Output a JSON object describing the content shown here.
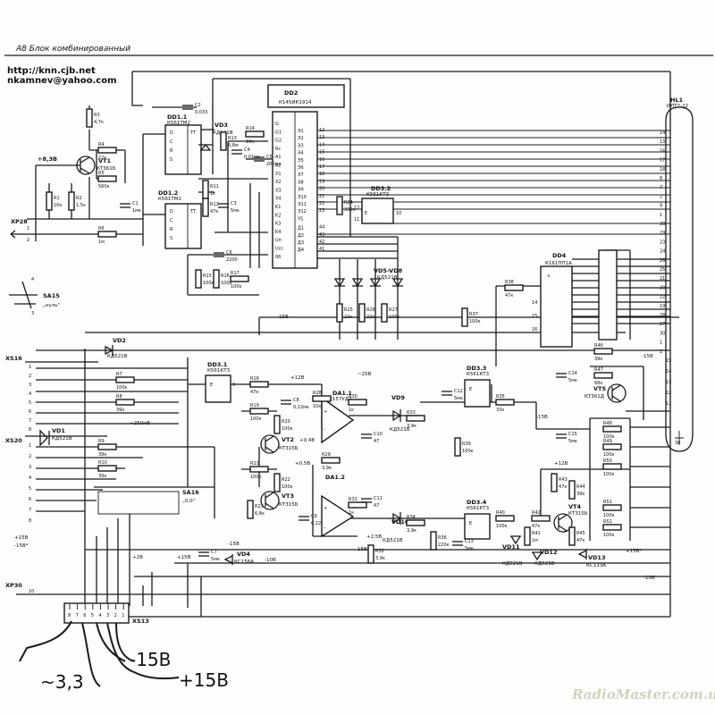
{
  "header": {
    "caption": "А8 Блок комбинированный",
    "url": "http://knn.cjb.net",
    "email": "nkamnev@yahoo.com"
  },
  "watermark": "RadioMaster.com.ua",
  "handwritten": {
    "ac": "~3,3",
    "neg": "-15В",
    "pos": "+15В"
  },
  "connectors": {
    "xp28": "XP28",
    "xs16": "XS16",
    "xs20": "XS20",
    "xp30": "XP30",
    "xs13": "XS13",
    "sa15": "SA15",
    "sa15_note": "„нуль\"",
    "sa16": "SA16",
    "sa16_note": "„0,0\""
  },
  "chips": {
    "dd1_1": "DD1.1",
    "dd1_1_type": "К561ТМ2",
    "dd1_2": "DD1.2",
    "dd1_2_type": "К561ТМ2",
    "dd2": "DD2",
    "dd2_type": "К145ИК1914",
    "dd3_1": "DD3.1",
    "dd3_1_type": "К561КТ3",
    "dd3_2": "DD3.2",
    "dd3_2_type": "К561КТ3",
    "dd3_3": "DD3.3",
    "dd3_3_type": "К561КТ3",
    "dd3_4": "DD3.4",
    "dd3_4_type": "К561КТ3",
    "dd4": "DD4",
    "dd4_type": "К161ПП1А",
    "da1_1": "DA1.1",
    "da1_1_type": "К157УД2",
    "da1_2": "DA1.2",
    "hl1": "HL1",
    "hl1_type": "ИЛТ2-22"
  },
  "transistors": {
    "vt1": "VT1",
    "vt1_type": "КТ361Б",
    "vt2": "VT2",
    "vt2_type": "КТ315Б",
    "vt3": "VT3",
    "vt3_type": "КТ315Б",
    "vt4": "VT4",
    "vt4_type": "КТ315Б",
    "vt5": "VT5",
    "vt5_type": "КТ361Д"
  },
  "rails": {
    "p83": "+8,3В",
    "m15a": "-15В",
    "m15b": "-15В",
    "m15c": "-15В",
    "p12a": "+12В",
    "p12b": "+12В",
    "m25": "~25В",
    "p05": "+0,5В",
    "m250": "~250мВ",
    "p048": "+0,48",
    "p25b": "+2,5В",
    "m10": "-10В",
    "p15": "+15В",
    "m15d": "-15В*",
    "p15b": "+15В*"
  },
  "resistors": [
    {
      "name": "R1",
      "val": "10к"
    },
    {
      "name": "R2",
      "val": "1,5к"
    },
    {
      "name": "R3",
      "val": "4,7к"
    },
    {
      "name": "R4",
      "val": "22к"
    },
    {
      "name": "R5",
      "val": "560к"
    },
    {
      "name": "R6",
      "val": "1м"
    },
    {
      "name": "R7",
      "val": "100к"
    },
    {
      "name": "R8",
      "val": "39к"
    },
    {
      "name": "R9",
      "val": "39к"
    },
    {
      "name": "R10",
      "val": "39к"
    },
    {
      "name": "R11",
      "val": "1к"
    },
    {
      "name": "R12",
      "val": "47к"
    },
    {
      "name": "R13",
      "val": "6,8м"
    },
    {
      "name": "R14",
      "val": "10к"
    },
    {
      "name": "R15",
      "val": "100к"
    },
    {
      "name": "R16",
      "val": "100к"
    },
    {
      "name": "R17",
      "val": "100к"
    },
    {
      "name": "R18",
      "val": "47к"
    },
    {
      "name": "R19",
      "val": "100к"
    },
    {
      "name": "R20",
      "val": "100к"
    },
    {
      "name": "R21",
      "val": "100к"
    },
    {
      "name": "R22",
      "val": "100к"
    },
    {
      "name": "R23",
      "val": "6,8к"
    },
    {
      "name": "R24",
      "val": "330к"
    },
    {
      "name": "R25",
      "val": "22к"
    },
    {
      "name": "R26",
      "val": "22к"
    },
    {
      "name": "R27",
      "val": "100к"
    },
    {
      "name": "R28",
      "val": "10к"
    },
    {
      "name": "R29",
      "val": "3,9к"
    },
    {
      "name": "R30",
      "val": "1к"
    },
    {
      "name": "R31",
      "val": "1к"
    },
    {
      "name": "R32",
      "val": "3,9к"
    },
    {
      "name": "R33",
      "val": "3,9к"
    },
    {
      "name": "R34",
      "val": "3,9к"
    },
    {
      "name": "R35",
      "val": "33к"
    },
    {
      "name": "R36",
      "val": "220к"
    },
    {
      "name": "R37",
      "val": "100к"
    },
    {
      "name": "R38",
      "val": "47к"
    },
    {
      "name": "R39",
      "val": "100к"
    },
    {
      "name": "R40",
      "val": "100к"
    },
    {
      "name": "R41",
      "val": "1м"
    },
    {
      "name": "R42",
      "val": "47к"
    },
    {
      "name": "R43",
      "val": "47к"
    },
    {
      "name": "R44",
      "val": "39к"
    },
    {
      "name": "R45",
      "val": "47к"
    },
    {
      "name": "R46",
      "val": "39к"
    },
    {
      "name": "R47",
      "val": "68к"
    },
    {
      "name": "R48",
      "val": "100к"
    },
    {
      "name": "R49",
      "val": "100к"
    },
    {
      "name": "R50",
      "val": "100к"
    },
    {
      "name": "R51",
      "val": "100к"
    },
    {
      "name": "R52",
      "val": "100к"
    }
  ],
  "capacitors": [
    {
      "name": "C1",
      "val": "1мк"
    },
    {
      "name": "C2",
      "val": "0,033"
    },
    {
      "name": "C3",
      "val": "5мк"
    },
    {
      "name": "C4",
      "val": "0,01мк"
    },
    {
      "name": "C5",
      "val": "200мк"
    },
    {
      "name": "C6",
      "val": "2200"
    },
    {
      "name": "C7",
      "val": "5мк"
    },
    {
      "name": "C8",
      "val": "0,22мк"
    },
    {
      "name": "C9",
      "val": "0,22"
    },
    {
      "name": "C10",
      "val": "47"
    },
    {
      "name": "C11",
      "val": "47"
    },
    {
      "name": "C12",
      "val": "5мк"
    },
    {
      "name": "C13",
      "val": "5мк"
    },
    {
      "name": "C14",
      "val": "5мк"
    },
    {
      "name": "C15",
      "val": "5мк"
    }
  ],
  "diodes": {
    "vd1": "VD1",
    "vd1_type": "КД521В",
    "vd2": "VD2",
    "vd2_type": "КД521В",
    "vd3": "VD3",
    "vd3_type": "КД521В",
    "vd4": "VD4",
    "vd4_type": "КС156А",
    "vd5_8": "VD5-VD8",
    "vd5_8_type": "КД521В",
    "vd9": "VD9",
    "vd9_type": "КД521В",
    "vd10": "VD10",
    "vd10_type": "КД521В",
    "vd11": "VD11",
    "vd11_type": "КД521В",
    "vd12": "VD12",
    "vd12_type": "КД521В",
    "vd13": "VD13",
    "vd13_type": "КС133А"
  },
  "chip_pins": {
    "dd1_1": [
      "D",
      "C",
      "R",
      "S",
      "TT"
    ],
    "dd1_2": [
      "D",
      "C",
      "R",
      "S",
      "TT"
    ],
    "dd2_left": [
      "G",
      "G1",
      "G2",
      "Rc",
      "A1",
      "A2",
      "X1",
      "X2",
      "X3",
      "X4",
      "K1",
      "K2",
      "K3",
      "K4",
      "Uп",
      "Uсс",
      "0б"
    ],
    "dd2_right": [
      "Э1",
      "Э2",
      "Э3",
      "Э4",
      "Э5",
      "Э6",
      "Э7",
      "Э8",
      "Э9",
      "Э10",
      "Э11",
      "Э12",
      "Y5",
      "Д1",
      "Д2",
      "Д3",
      "Д4"
    ],
    "dd2_right_nums": [
      "12",
      "13",
      "14",
      "15",
      "16",
      "17",
      "18",
      "19",
      "20",
      "21",
      "22",
      "23",
      "",
      "44",
      "43",
      "42",
      "41"
    ],
    "da1_1": [
      "3",
      "2",
      "4",
      "7",
      "5"
    ],
    "da1_2": [
      "4",
      "5",
      "10",
      "8",
      "6"
    ]
  },
  "hl1_pins": [
    "14",
    "13",
    "16",
    "17",
    "18",
    "8",
    "7",
    "2",
    "9",
    "1",
    "28",
    "29",
    "23",
    "24",
    "26",
    "25",
    "21",
    "20",
    "22",
    "19",
    "28",
    "27",
    "30",
    "1",
    "2"
  ],
  "hl1_pins_right": [
    "15",
    "14",
    "13",
    "12",
    "11"
  ],
  "xs16_pins": [
    "1",
    "2",
    "3",
    "4",
    "5",
    "6",
    "7",
    "8"
  ],
  "xs20_pins": [
    "1",
    "2",
    "3",
    "4",
    "5",
    "6",
    "7",
    "8"
  ],
  "xs13_pins": [
    "8",
    "7",
    "6",
    "5",
    "4",
    "3",
    "2",
    "1"
  ],
  "xp28_pins": [
    "1",
    "2"
  ],
  "xp30_pin": "10",
  "misc_nums": {
    "n1": "1",
    "n2": "2",
    "n4": "4",
    "n3": "3",
    "n9": "9",
    "n10": "10",
    "n11": "11",
    "n6": "6",
    "n5": "5",
    "n12": "12",
    "n13": "13",
    "n14": "14",
    "n15": "15",
    "n16": "16",
    "n_30": "30",
    "n7": "7",
    "n8": "8"
  }
}
